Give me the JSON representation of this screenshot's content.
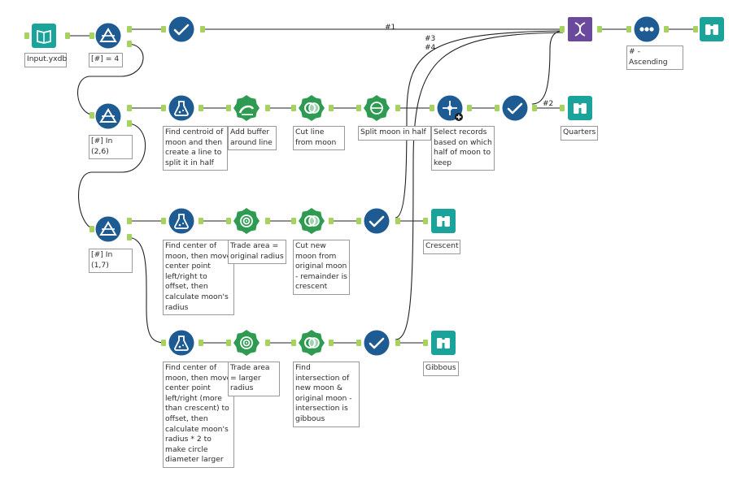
{
  "colors": {
    "blue": "#1e5b92",
    "green": "#2e9a52",
    "teal": "#1aa39a",
    "purple": "#6b4a9e",
    "anchor": "#a6d35f",
    "wire": "#222222"
  },
  "nodes": [
    {
      "id": "input",
      "kind": "input",
      "color": "teal",
      "icon": "book-icon",
      "label": "Input.yxdb"
    },
    {
      "id": "filter1",
      "kind": "filter",
      "color": "blue",
      "icon": "filter-triangle-icon",
      "label": "[#] = 4"
    },
    {
      "id": "select1",
      "kind": "select",
      "color": "blue",
      "icon": "checkmark-icon",
      "label": ""
    },
    {
      "id": "union",
      "kind": "union",
      "color": "purple",
      "icon": "dna-icon",
      "label": ""
    },
    {
      "id": "sort",
      "kind": "sort",
      "color": "blue",
      "icon": "three-dots-icon",
      "label": "# - Ascending"
    },
    {
      "id": "browse_top",
      "kind": "browse",
      "color": "teal",
      "icon": "binoculars-icon",
      "label": ""
    },
    {
      "id": "filter2",
      "kind": "filter",
      "color": "blue",
      "icon": "filter-triangle-icon",
      "label": "[#] In (2,6)"
    },
    {
      "id": "formula1",
      "kind": "formula",
      "color": "blue",
      "icon": "flask-icon",
      "label": "Find centroid of moon and then create a line to split it in half"
    },
    {
      "id": "buffer1",
      "kind": "buffer",
      "color": "green",
      "icon": "buffer-icon",
      "label": "Add buffer around line"
    },
    {
      "id": "cut1",
      "kind": "spatial",
      "color": "green",
      "icon": "overlap-icon",
      "label": "Cut line from moon"
    },
    {
      "id": "split1",
      "kind": "split",
      "color": "green",
      "icon": "split-icon",
      "label": "Split moon in half"
    },
    {
      "id": "findnearest",
      "kind": "spatial-match",
      "color": "blue",
      "icon": "crosshair-icon",
      "label": "Select records based on which half of moon to keep"
    },
    {
      "id": "select2",
      "kind": "select",
      "color": "blue",
      "icon": "checkmark-icon",
      "label": ""
    },
    {
      "id": "browse_quarters",
      "kind": "browse",
      "color": "teal",
      "icon": "binoculars-icon",
      "label": "Quarters"
    },
    {
      "id": "filter3",
      "kind": "filter",
      "color": "blue",
      "icon": "filter-triangle-icon",
      "label": "[#] In (1,7)"
    },
    {
      "id": "formula2",
      "kind": "formula",
      "color": "blue",
      "icon": "flask-icon",
      "label": "Find center of moon, then move center point left/right to offset, then calculate moon's radius"
    },
    {
      "id": "trade1",
      "kind": "trade-area",
      "color": "green",
      "icon": "target-icon",
      "label": "Trade area = original radius"
    },
    {
      "id": "cut2",
      "kind": "spatial",
      "color": "green",
      "icon": "overlap-icon",
      "label": "Cut new moon from original moon - remainder is crescent"
    },
    {
      "id": "select3",
      "kind": "select",
      "color": "blue",
      "icon": "checkmark-icon",
      "label": ""
    },
    {
      "id": "browse_crescent",
      "kind": "browse",
      "color": "teal",
      "icon": "binoculars-icon",
      "label": "Crescent"
    },
    {
      "id": "formula3",
      "kind": "formula",
      "color": "blue",
      "icon": "flask-icon",
      "label": "Find center of moon, then move center point left/right (more than crescent) to offset, then calculate moon's radius * 2 to make circle diameter larger"
    },
    {
      "id": "trade2",
      "kind": "trade-area",
      "color": "green",
      "icon": "target-icon",
      "label": "Trade area = larger radius"
    },
    {
      "id": "cut3",
      "kind": "spatial",
      "color": "green",
      "icon": "overlap-icon",
      "label": "Find intersection of new moon & original moon - intersection is gibbous"
    },
    {
      "id": "select4",
      "kind": "select",
      "color": "blue",
      "icon": "checkmark-icon",
      "label": ""
    },
    {
      "id": "browse_gibbous",
      "kind": "browse",
      "color": "teal",
      "icon": "binoculars-icon",
      "label": "Gibbous"
    }
  ],
  "wire_labels": [
    "#1",
    "#2",
    "#3",
    "#4"
  ]
}
